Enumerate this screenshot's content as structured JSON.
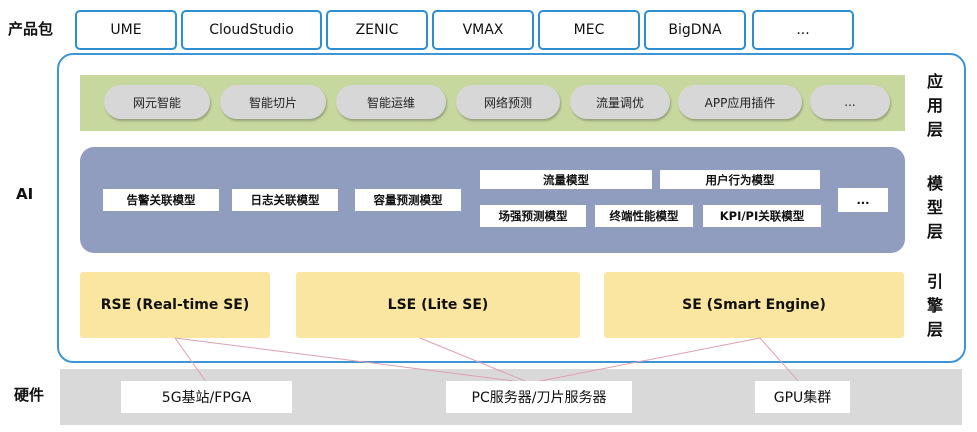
{
  "left_labels": {
    "product": "产品包",
    "ai": "AI",
    "hardware": "硬件"
  },
  "products": [
    "UME",
    "CloudStudio",
    "ZENIC",
    "VMAX",
    "MEC",
    "BigDNA",
    "..."
  ],
  "app_layer": {
    "label": "应用层",
    "items": [
      "网元智能",
      "智能切片",
      "智能运维",
      "网络预测",
      "流量调优",
      "APP应用插件",
      "..."
    ]
  },
  "model_layer": {
    "label": "模型层",
    "items": {
      "alarm": "告警关联模型",
      "log": "日志关联模型",
      "capacity": "容量预测模型",
      "traffic": "流量模型",
      "user_behavior": "用户行为模型",
      "field": "场强预测模型",
      "terminal": "终端性能模型",
      "kpi": "KPI/PI关联模型",
      "more": "..."
    }
  },
  "engine_layer": {
    "label": "引擎层",
    "items": [
      "RSE (Real-time SE)",
      "LSE (Lite SE)",
      "SE (Smart Engine)"
    ]
  },
  "hardware": [
    "5G基站/FPGA",
    "PC服务器/刀片服务器",
    "GPU集群"
  ],
  "colors": {
    "frame_blue": "#3e95d6",
    "app_band": "#c7d89f",
    "model_band": "#909dbe",
    "engine": "#fbe6a1",
    "hardware_band": "#d9d9d9",
    "link": "#e0a0b0"
  }
}
